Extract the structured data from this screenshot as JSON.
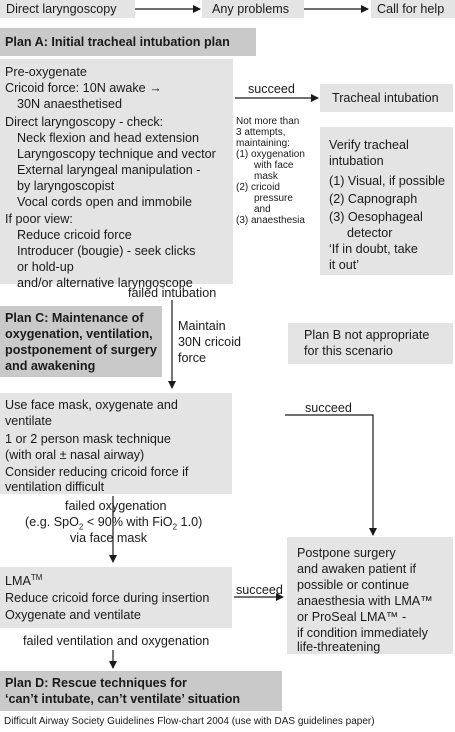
{
  "header": {
    "step1": "Direct laryngoscopy",
    "step2": "Any problems",
    "step3": "Call for help"
  },
  "planA": {
    "title": "Plan A: Initial tracheal intubation plan",
    "lines": [
      "Pre-oxygenate",
      "Cricoid force: 10N awake →",
      "30N anaesthetised",
      "Direct laryngoscopy - check:",
      "Neck flexion and head extension",
      "Laryngoscopy technique and vector",
      "External laryngeal manipulation -",
      "by laryngoscopist",
      "Vocal cords open and immobile",
      "If poor view:",
      "Reduce cricoid force",
      "Introducer (bougie) - seek clicks",
      "or hold-up",
      "and/or alternative laryngoscope"
    ]
  },
  "attempts": {
    "lines": [
      "Not more than",
      "3 attempts,",
      "maintaining:",
      "(1) oxygenation",
      "with face",
      "mask",
      "(2) cricoid",
      "pressure",
      "and",
      "(3) anaesthesia"
    ]
  },
  "succeed1": "succeed",
  "intubation": "Tracheal intubation",
  "verify": {
    "lines": [
      "Verify tracheal",
      "intubation",
      "(1) Visual, if possible",
      "(2) Capnograph",
      "(3) Oesophageal",
      "detector",
      "‘If in doubt, take",
      "it out’"
    ]
  },
  "failedIntubation": "failed intubation",
  "planC": {
    "lines": [
      "Plan C: Maintenance of",
      "oxygenation, ventilation,",
      "postponement of surgery",
      "and awakening"
    ]
  },
  "maintain": {
    "lines": [
      "Maintain",
      "30N cricoid",
      "force"
    ]
  },
  "planB": {
    "lines": [
      "Plan B not appropriate",
      "for this scenario"
    ]
  },
  "faceMask": {
    "lines": [
      "Use face mask, oxygenate and",
      "ventilate",
      "1 or 2 person mask technique",
      "(with oral ± nasal airway)",
      "Consider reducing cricoid force if",
      "ventilation difficult"
    ]
  },
  "succeed2": "succeed",
  "failedOxygenation": {
    "line1": "failed oxygenation",
    "line2a": "(e.g. SpO",
    "line2b": "2",
    "line2c": " < 90% with FiO",
    "line2d": "2",
    "line2e": " 1.0)",
    "line3": "via face mask"
  },
  "lma": {
    "title": "LMA",
    "tm": "TM",
    "lines": [
      "Reduce cricoid force during insertion",
      "Oxygenate and ventilate"
    ]
  },
  "succeed3": "succeed",
  "postpone": {
    "lines": [
      "Postpone surgery",
      "and awaken patient if",
      "possible or continue",
      "anaesthesia with LMA™",
      "or ProSeal LMA™ -",
      "if condition immediately",
      "life-threatening"
    ]
  },
  "failedVentilation": "failed ventilation and oxygenation",
  "planD": {
    "lines": [
      "Plan D: Rescue techniques for",
      "‘can’t intubate, can’t ventilate’ situation"
    ]
  },
  "footer": "Difficult Airway Society Guidelines Flow-chart 2004 (use with DAS guidelines paper)"
}
